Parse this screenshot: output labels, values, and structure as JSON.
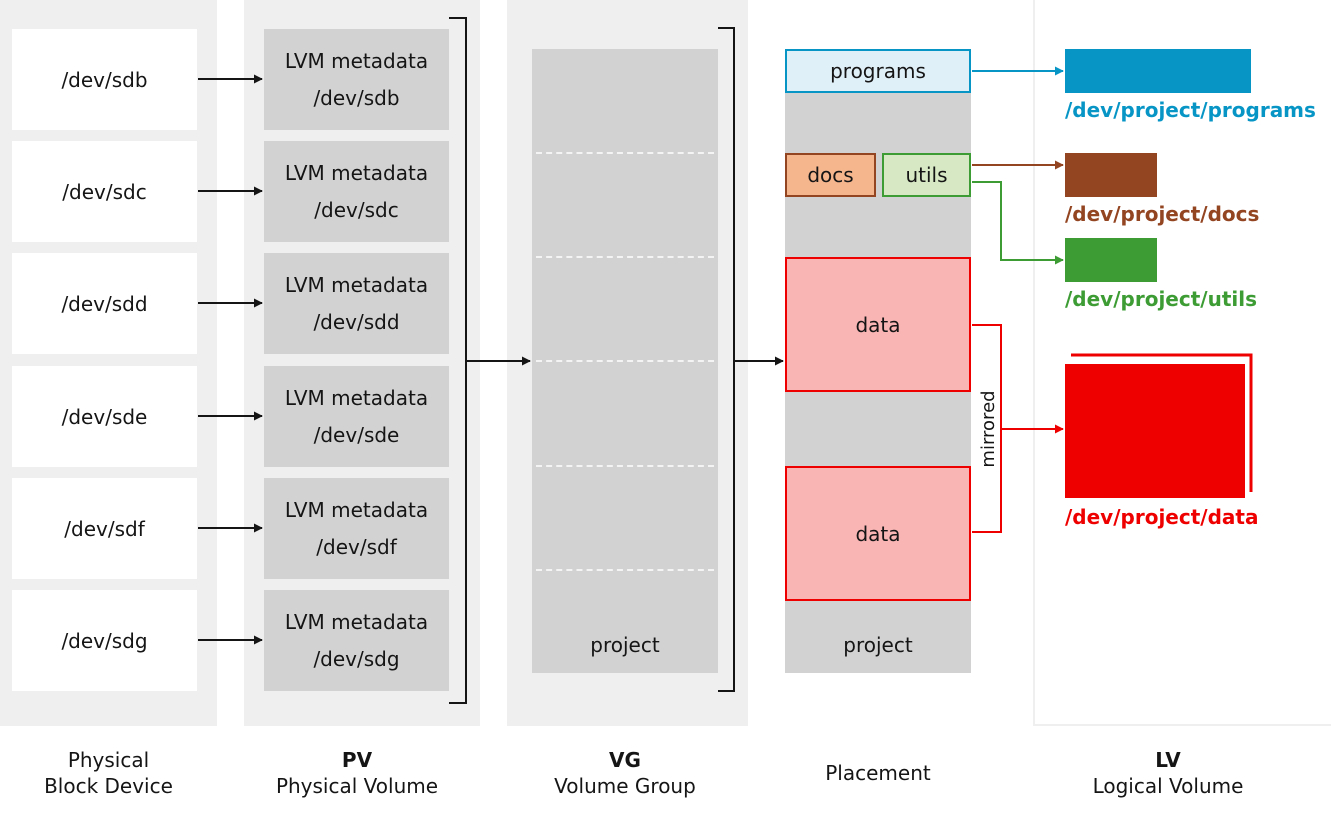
{
  "devices": [
    {
      "device": "/dev/sdb",
      "pv_title": "LVM metadata",
      "pv_device": "/dev/sdb"
    },
    {
      "device": "/dev/sdc",
      "pv_title": "LVM metadata",
      "pv_device": "/dev/sdc"
    },
    {
      "device": "/dev/sdd",
      "pv_title": "LVM metadata",
      "pv_device": "/dev/sdd"
    },
    {
      "device": "/dev/sde",
      "pv_title": "LVM metadata",
      "pv_device": "/dev/sde"
    },
    {
      "device": "/dev/sdf",
      "pv_title": "LVM metadata",
      "pv_device": "/dev/sdf"
    },
    {
      "device": "/dev/sdg",
      "pv_title": "LVM metadata",
      "pv_device": "/dev/sdg"
    }
  ],
  "vg": {
    "name": "project"
  },
  "placement": {
    "name": "project",
    "programs": "programs",
    "docs": "docs",
    "utils": "utils",
    "data1": "data",
    "data2": "data",
    "mirrored": "mirrored"
  },
  "lv": {
    "programs": "/dev/project/programs",
    "docs": "/dev/project/docs",
    "utils": "/dev/project/utils",
    "data": "/dev/project/data"
  },
  "columns": {
    "physical": {
      "line1": "Physical",
      "line2": "Block Device"
    },
    "pv": {
      "title": "PV",
      "subtitle": "Physical Volume"
    },
    "vg": {
      "title": "VG",
      "subtitle": "Volume Group"
    },
    "placement": {
      "title": "Placement"
    },
    "lv": {
      "title": "LV",
      "subtitle": "Logical Volume"
    }
  },
  "colors": {
    "programs": "#0795c6",
    "docs": "#934421",
    "utils": "#3e9c35",
    "data": "#ee0000",
    "column_bg": "#efefef",
    "block": "#d2d2d2"
  }
}
